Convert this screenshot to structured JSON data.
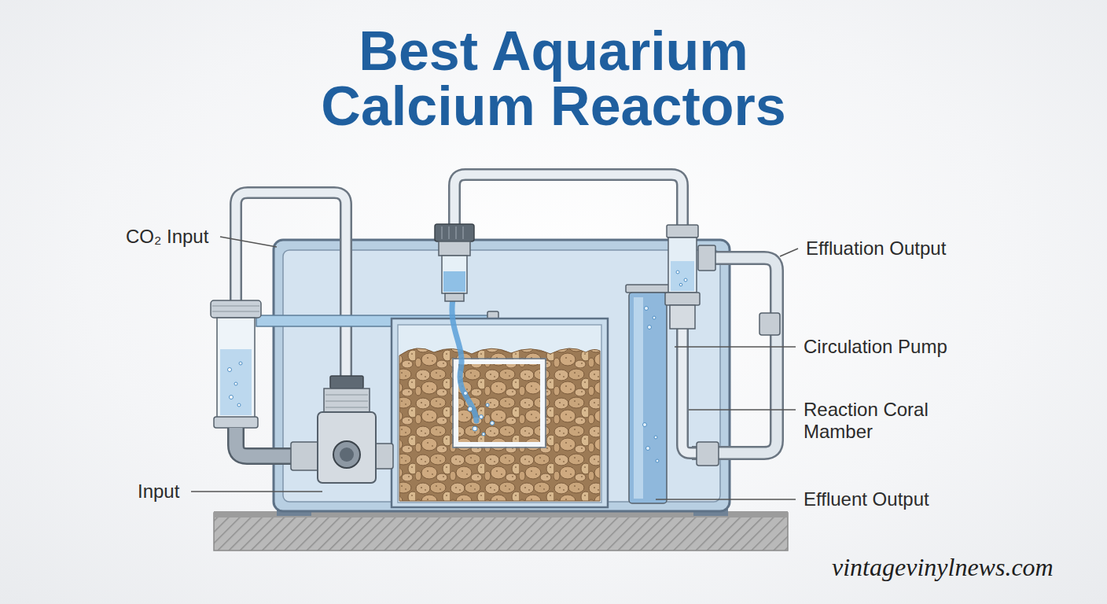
{
  "diagram": {
    "title": "Best Aquarium Calcium Reactors",
    "labels": [
      "CO₂ Input",
      "Effluation Output",
      "Circulation Pump",
      "Reaction Coral Mamber",
      "Input",
      "Effluent Output",
      "vintagevinylnews.com"
    ]
  }
}
